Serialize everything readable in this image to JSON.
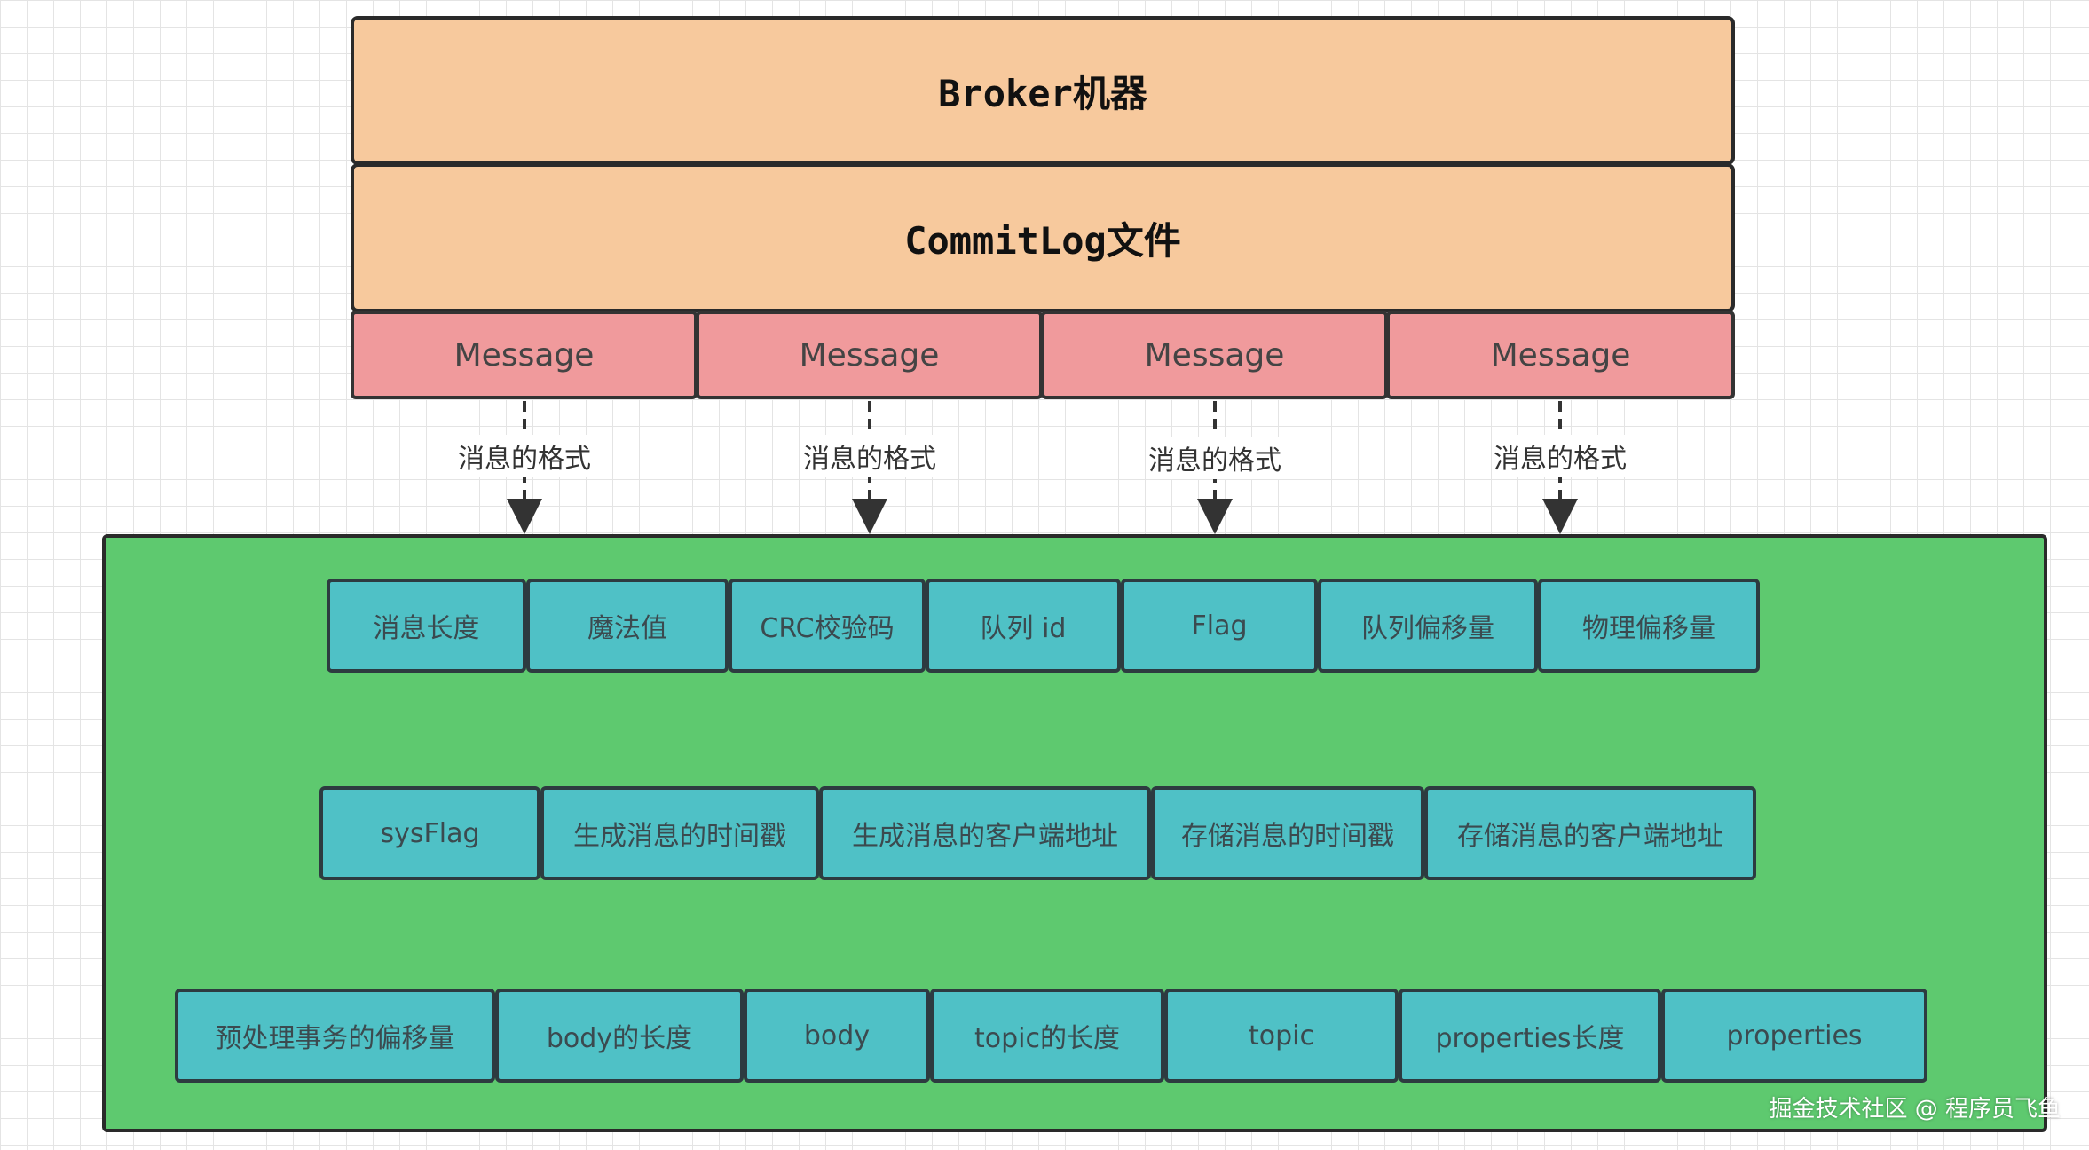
{
  "broker_label": "Broker机器",
  "commitlog_label": "CommitLog文件",
  "messages": [
    "Message",
    "Message",
    "Message",
    "Message"
  ],
  "edge_label": "消息的格式",
  "fields_row1": [
    "消息长度",
    "魔法值",
    "CRC校验码",
    "队列 id",
    "Flag",
    "队列偏移量",
    "物理偏移量"
  ],
  "fields_row2": [
    "sysFlag",
    "生成消息的时间戳",
    "生成消息的客户端地址",
    "存储消息的时间戳",
    "存储消息的客户端地址"
  ],
  "fields_row3": [
    "预处理事务的偏移量",
    "body的长度",
    "body",
    "topic的长度",
    "topic",
    "properties长度",
    "properties"
  ],
  "watermark": "掘金技术社区 @ 程序员飞鱼",
  "colors": {
    "broker": "#f7c99d",
    "message": "#f09a9c",
    "container": "#5ec96f",
    "field": "#4fc1c6"
  }
}
